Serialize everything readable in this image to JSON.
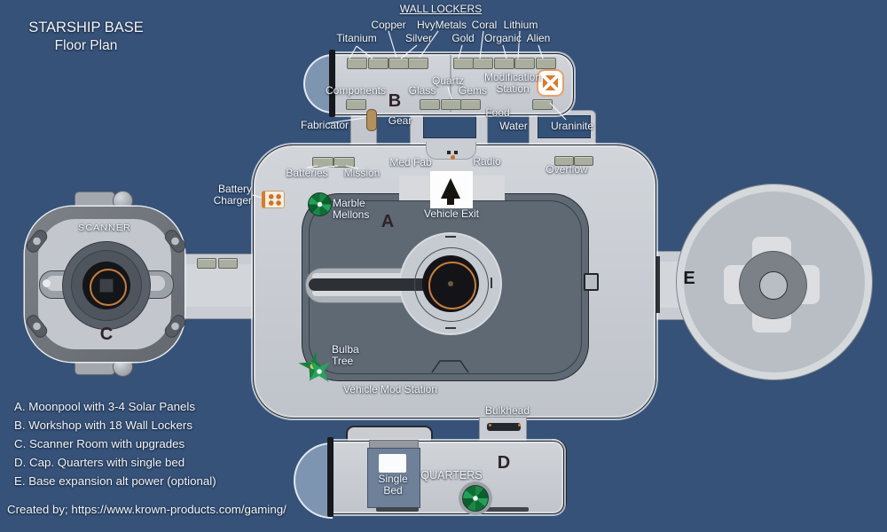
{
  "title": {
    "line1": "STARSHIP BASE",
    "line2": "Floor Plan"
  },
  "wall_lockers": {
    "heading": "WALL LOCKERS",
    "row1": [
      "Copper",
      "HvyMetals",
      "Coral",
      "Lithium"
    ],
    "row2": [
      "Titanium",
      "Silver",
      "Gold",
      "Organic",
      "Alien"
    ]
  },
  "workshop": {
    "letter": "B",
    "components": "Components",
    "glass": "Glass",
    "quartz": "Quartz",
    "gems": "Gems",
    "modification_station": "Modification Station",
    "fabricator": "Fabricator",
    "gear": "Gear",
    "food": "Food",
    "water": "Water",
    "uraninite": "Uraninite"
  },
  "moonpool": {
    "letter": "A",
    "batteries": "Batteries",
    "mission": "Mission",
    "med_fab": "Med Fab",
    "radio": "Radio",
    "overflow": "Overflow",
    "battery_charger": "Battery Charger",
    "marble_mellons": "Marble Mellons",
    "vehicle_exit": "Vehicle Exit",
    "bulba_tree": "Bulba Tree",
    "vehicle_mod_station": "Vehicle Mod Station",
    "bulkhead": "Bulkhead"
  },
  "scanner_room": {
    "letter": "C",
    "label": "SCANNER"
  },
  "quarters": {
    "letter": "D",
    "label": "QUARTERS",
    "bed": "Single Bed"
  },
  "expansion": {
    "letter": "E"
  },
  "legend": {
    "items": [
      "A. Moonpool with 3-4 Solar Panels",
      "B. Workshop with 18 Wall Lockers",
      "C. Scanner Room with upgrades",
      "D. Cap. Quarters with single bed",
      "E. Base expansion alt power (optional)"
    ],
    "credit": "Created by; https://www.krown-products.com/gaming/"
  },
  "colors": {
    "background": "#365278",
    "hull_gray": "#c5c9d0",
    "pool_dark": "#5e6974",
    "accent_orange": "#d97a2b",
    "plant_green": "#1f8f4f",
    "window_blue": "#7e95b2",
    "text": "#f2f5f9",
    "room_letter": "#2e2428"
  }
}
